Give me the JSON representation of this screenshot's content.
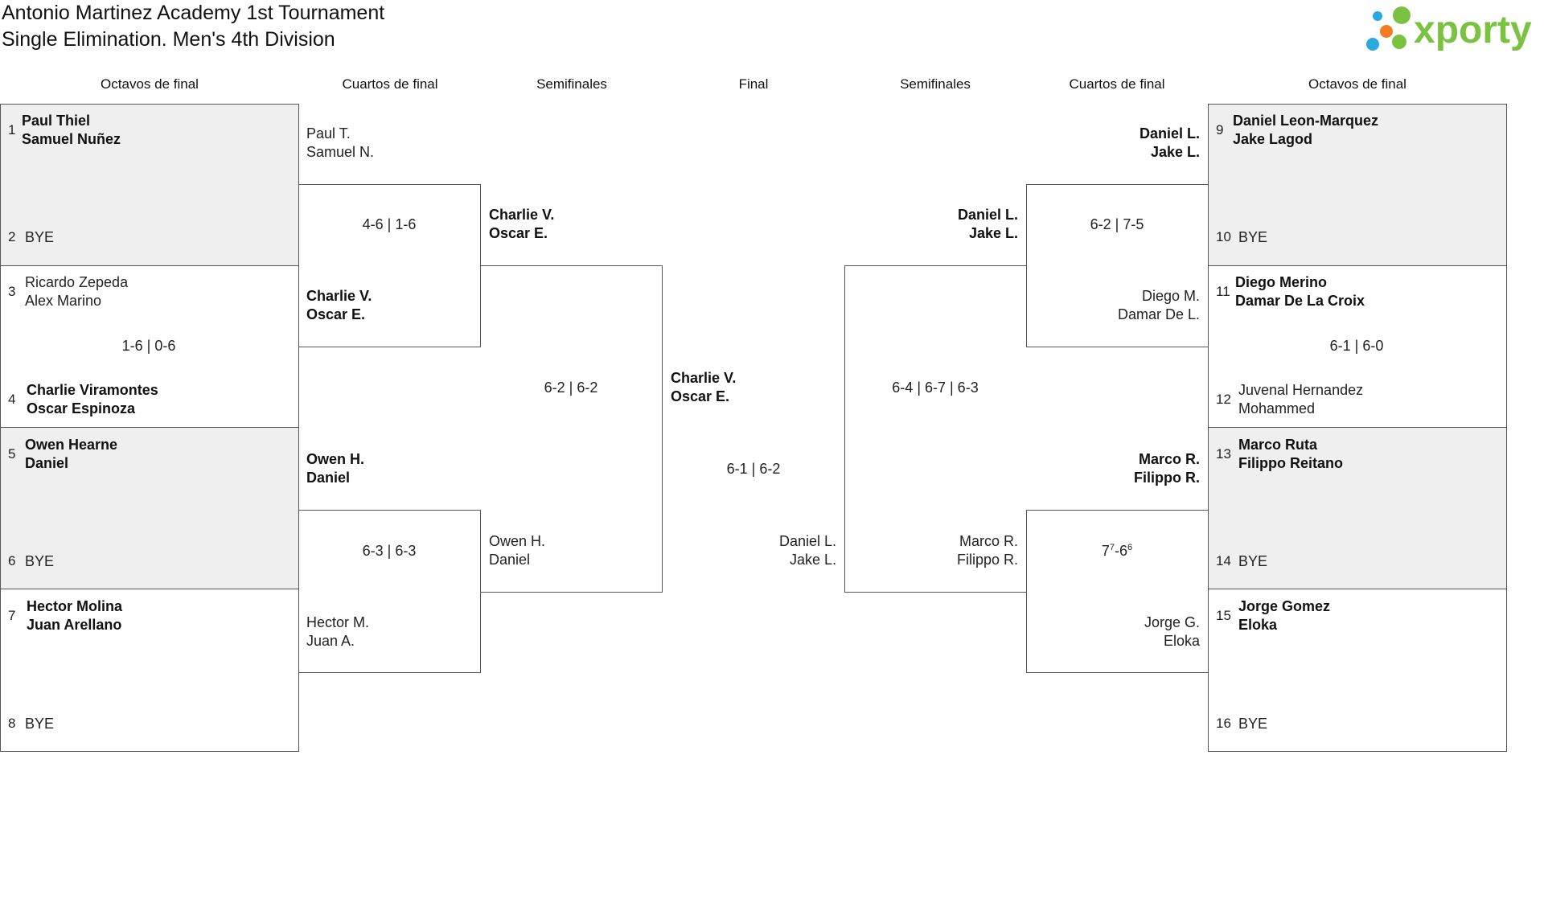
{
  "title": {
    "line1": "Antonio Martinez Academy 1st Tournament",
    "line2": "Single Elimination. Men's 4th Division"
  },
  "logo": {
    "text": "xporty",
    "icon": "dots-logo-icon",
    "color_green": "#7cc242",
    "color_orange": "#f47b20",
    "color_blue": "#2aa8e0"
  },
  "rounds": {
    "left_r16": "Octavos de final",
    "left_qf": "Cuartos de final",
    "left_sf": "Semifinales",
    "final": "Final",
    "right_sf": "Semifinales",
    "right_qf": "Cuartos de final",
    "right_r16": "Octavos de final"
  },
  "r16_left": [
    {
      "seed": "1",
      "p1": "Paul Thiel",
      "p2": "Samuel Nuñez"
    },
    {
      "seed": "2",
      "p1": "BYE"
    },
    {
      "seed": "3",
      "p1": "Ricardo Zepeda",
      "p2": "Alex Marino"
    },
    {
      "seed": "4",
      "p1": "Charlie Viramontes",
      "p2": "Oscar Espinoza"
    },
    {
      "seed": "5",
      "p1": "Owen Hearne",
      "p2": "Daniel"
    },
    {
      "seed": "6",
      "p1": "BYE"
    },
    {
      "seed": "7",
      "p1": "Hector Molina",
      "p2": "Juan Arellano"
    },
    {
      "seed": "8",
      "p1": "BYE"
    }
  ],
  "r16_left_scores": [
    "1-6 | 0-6"
  ],
  "r16_right": [
    {
      "seed": "9",
      "p1": "Daniel Leon-Marquez",
      "p2": "Jake Lagod"
    },
    {
      "seed": "10",
      "p1": "BYE"
    },
    {
      "seed": "11",
      "p1": "Diego Merino",
      "p2": "Damar De La Croix"
    },
    {
      "seed": "12",
      "p1": "Juvenal Hernandez",
      "p2": "Mohammed"
    },
    {
      "seed": "13",
      "p1": "Marco Ruta",
      "p2": "Filippo Reitano"
    },
    {
      "seed": "14",
      "p1": "BYE"
    },
    {
      "seed": "15",
      "p1": "Jorge Gomez",
      "p2": "Eloka"
    },
    {
      "seed": "16",
      "p1": "BYE"
    }
  ],
  "r16_right_scores": [
    "6-1 | 6-0"
  ],
  "qf_left": [
    {
      "p1": "Paul T.",
      "p2": "Samuel N."
    },
    {
      "p1": "Charlie V.",
      "p2": "Oscar E."
    },
    {
      "p1": "Owen H.",
      "p2": "Daniel"
    },
    {
      "p1": "Hector M.",
      "p2": "Juan A."
    }
  ],
  "qf_left_scores": [
    "4-6 | 1-6",
    "6-3 | 6-3"
  ],
  "qf_right": [
    {
      "p1": "Daniel L.",
      "p2": "Jake L."
    },
    {
      "p1": "Diego M.",
      "p2": "Damar De L."
    },
    {
      "p1": "Marco R.",
      "p2": "Filippo R."
    },
    {
      "p1": "Jorge G.",
      "p2": "Eloka"
    }
  ],
  "qf_right_scores": [
    "6-2 | 7-5",
    "7",
    "-6",
    "6"
  ],
  "sf_left": [
    {
      "p1": "Charlie V.",
      "p2": "Oscar E."
    },
    {
      "p1": "Owen H.",
      "p2": "Daniel"
    }
  ],
  "sf_left_score": "6-2 | 6-2",
  "sf_right": [
    {
      "p1": "Daniel L.",
      "p2": "Jake L."
    },
    {
      "p1": "Marco R.",
      "p2": "Filippo R."
    }
  ],
  "sf_right_score": "6-4 | 6-7 | 6-3",
  "final": {
    "left": {
      "p1": "Charlie V.",
      "p2": "Oscar E."
    },
    "right": {
      "p1": "Daniel L.",
      "p2": "Jake L."
    },
    "score": "6-1 | 6-2"
  }
}
